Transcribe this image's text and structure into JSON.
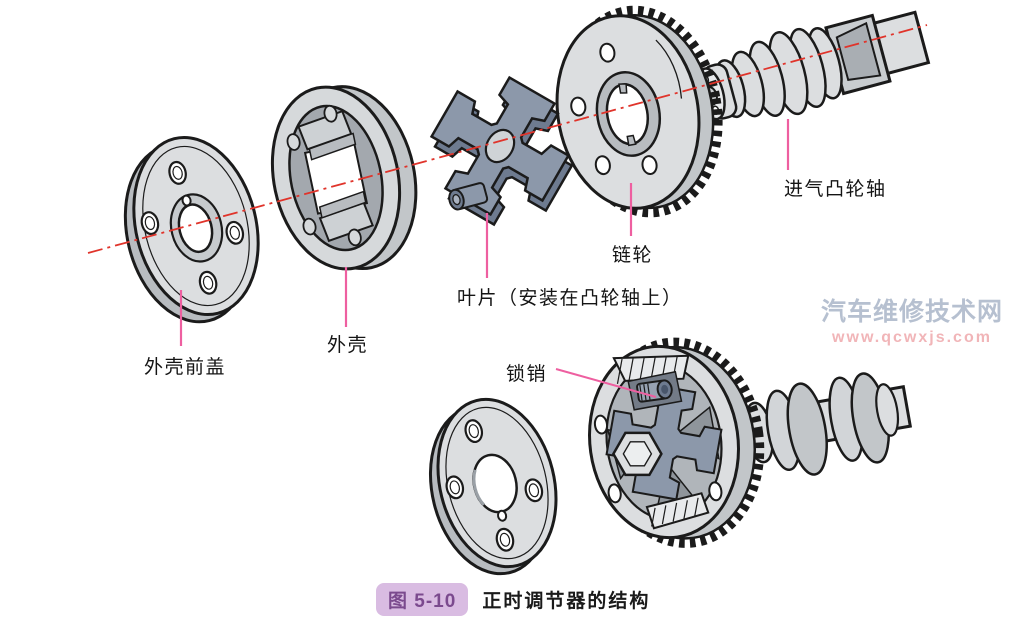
{
  "figure": {
    "caption_badge": "图 5-10",
    "caption_text": "正时调节器的结构"
  },
  "labels": {
    "front_cover": "外壳前盖",
    "housing": "外壳",
    "vane": "叶片（安装在凸轮轴上）",
    "sprocket": "链轮",
    "intake_camshaft": "进气凸轮轴",
    "lock_pin": "锁销"
  },
  "watermark": {
    "site_name": "汽车维修技术网",
    "site_url": "www.qcwxjs.com"
  },
  "colors": {
    "leader_pink": "#ee5fa0",
    "centerline_red": "#e0342b",
    "part_light": "#dcdee0",
    "part_mid": "#c2c6c9",
    "part_dark": "#9aa0a6",
    "vane_blue": "#8c98aa",
    "vane_blue_dark": "#6e7b90",
    "watermark_blue": "#b6c0d0",
    "watermark_pink": "#f1b5b8",
    "badge_bg": "#d9bce2",
    "badge_text": "#7b4a8e"
  }
}
